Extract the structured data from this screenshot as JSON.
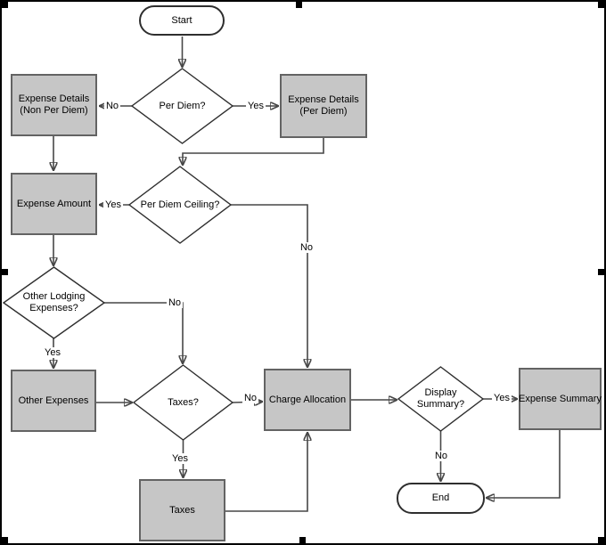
{
  "diagram": {
    "kind": "flowchart",
    "colors": {
      "process_fill": "#c6c6c6",
      "process_border": "#636363",
      "decision_fill": "#ffffff",
      "terminator_fill": "#ffffff",
      "outline": "#2e2e2e",
      "connector": "#474747",
      "canvas_border": "#000000",
      "selection_handle": "#000000"
    }
  },
  "nodes": {
    "start": {
      "type": "terminator",
      "label": "Start"
    },
    "per_diem": {
      "type": "decision",
      "label": "Per Diem?"
    },
    "expense_details_non_per_diem": {
      "type": "process",
      "label": "Expense Details\n(Non Per Diem)"
    },
    "expense_details_per_diem": {
      "type": "process",
      "label": "Expense Details\n(Per Diem)"
    },
    "expense_amount": {
      "type": "process",
      "label": "Expense Amount"
    },
    "per_diem_ceiling": {
      "type": "decision",
      "label": "Per Diem Ceiling?"
    },
    "other_lodging_expenses": {
      "type": "decision",
      "label": "Other Lodging\nExpenses?"
    },
    "other_expenses": {
      "type": "process",
      "label": "Other Expenses"
    },
    "taxes_decision": {
      "type": "decision",
      "label": "Taxes?"
    },
    "charge_allocation": {
      "type": "process",
      "label": "Charge Allocation"
    },
    "display_summary": {
      "type": "decision",
      "label": "Display\nSummary?"
    },
    "expense_summary": {
      "type": "process",
      "label": "Expense Summary"
    },
    "taxes": {
      "type": "process",
      "label": "Taxes"
    },
    "end": {
      "type": "terminator",
      "label": "End"
    }
  },
  "edge_labels": {
    "per_diem_no": "No",
    "per_diem_yes": "Yes",
    "ceiling_yes": "Yes",
    "ceiling_no": "No",
    "lodging_no": "No",
    "lodging_yes": "Yes",
    "taxes_no": "No",
    "taxes_yes": "Yes",
    "display_yes": "Yes",
    "display_no": "No"
  },
  "edges": [
    {
      "from": "start",
      "to": "per_diem",
      "label": ""
    },
    {
      "from": "per_diem",
      "to": "expense_details_non_per_diem",
      "label": "No"
    },
    {
      "from": "per_diem",
      "to": "expense_details_per_diem",
      "label": "Yes"
    },
    {
      "from": "expense_details_non_per_diem",
      "to": "expense_amount",
      "label": ""
    },
    {
      "from": "expense_details_per_diem",
      "to": "per_diem_ceiling",
      "label": ""
    },
    {
      "from": "per_diem_ceiling",
      "to": "expense_amount",
      "label": "Yes"
    },
    {
      "from": "per_diem_ceiling",
      "to": "charge_allocation",
      "label": "No"
    },
    {
      "from": "expense_amount",
      "to": "other_lodging_expenses",
      "label": ""
    },
    {
      "from": "other_lodging_expenses",
      "to": "taxes_decision",
      "label": "No"
    },
    {
      "from": "other_lodging_expenses",
      "to": "other_expenses",
      "label": "Yes"
    },
    {
      "from": "other_expenses",
      "to": "taxes_decision",
      "label": ""
    },
    {
      "from": "taxes_decision",
      "to": "charge_allocation",
      "label": "No"
    },
    {
      "from": "taxes_decision",
      "to": "taxes",
      "label": "Yes"
    },
    {
      "from": "taxes",
      "to": "charge_allocation",
      "label": ""
    },
    {
      "from": "charge_allocation",
      "to": "display_summary",
      "label": ""
    },
    {
      "from": "display_summary",
      "to": "expense_summary",
      "label": "Yes"
    },
    {
      "from": "display_summary",
      "to": "end",
      "label": "No"
    },
    {
      "from": "expense_summary",
      "to": "end",
      "label": ""
    }
  ]
}
